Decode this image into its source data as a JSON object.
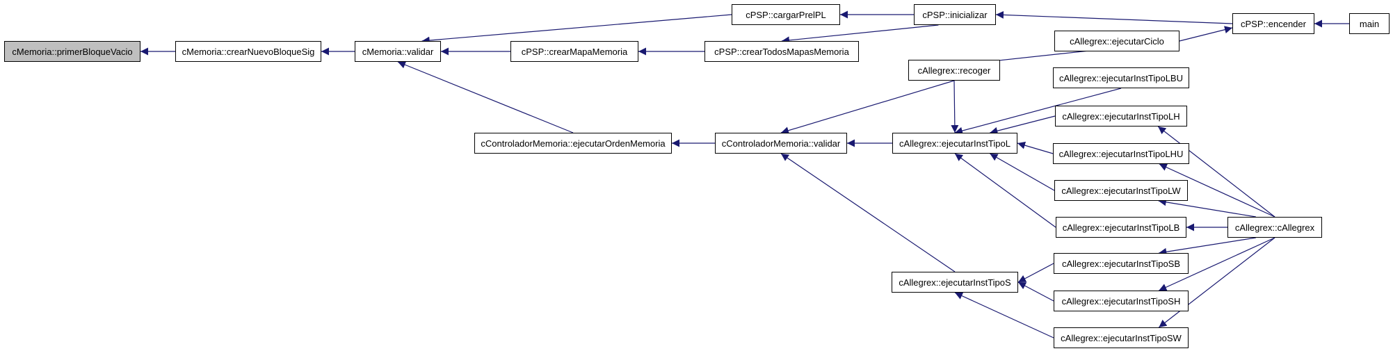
{
  "colors": {
    "edge": "#191970",
    "root_fill": "#bfbfbf",
    "node_fill": "#ffffff",
    "border": "#000000"
  },
  "nodes": {
    "primerBloqueVacio": "cMemoria::primerBloqueVacio",
    "crearNuevoBloqueSig": "cMemoria::crearNuevoBloqueSig",
    "memValidar": "cMemoria::validar",
    "crearMapaMemoria": "cPSP::crearMapaMemoria",
    "cargarPrelPL": "cPSP::cargarPrelPL",
    "crearTodosMapasMemoria": "cPSP::crearTodosMapasMemoria",
    "inicializar": "cPSP::inicializar",
    "encender": "cPSP::encender",
    "main": "main",
    "ejecutarCiclo": "cAllegrex::ejecutarCiclo",
    "recoger": "cAllegrex::recoger",
    "ejecutarOrdenMemoria": "cControladorMemoria::ejecutarOrdenMemoria",
    "ctrlValidar": "cControladorMemoria::validar",
    "instTipoL": "cAllegrex::ejecutarInstTipoL",
    "instTipoLBU": "cAllegrex::ejecutarInstTipoLBU",
    "instTipoLH": "cAllegrex::ejecutarInstTipoLH",
    "instTipoLHU": "cAllegrex::ejecutarInstTipoLHU",
    "instTipoLW": "cAllegrex::ejecutarInstTipoLW",
    "instTipoLB": "cAllegrex::ejecutarInstTipoLB",
    "cAllegrex": "cAllegrex::cAllegrex",
    "instTipoSB": "cAllegrex::ejecutarInstTipoSB",
    "instTipoS": "cAllegrex::ejecutarInstTipoS",
    "instTipoSH": "cAllegrex::ejecutarInstTipoSH",
    "instTipoSW": "cAllegrex::ejecutarInstTipoSW"
  }
}
